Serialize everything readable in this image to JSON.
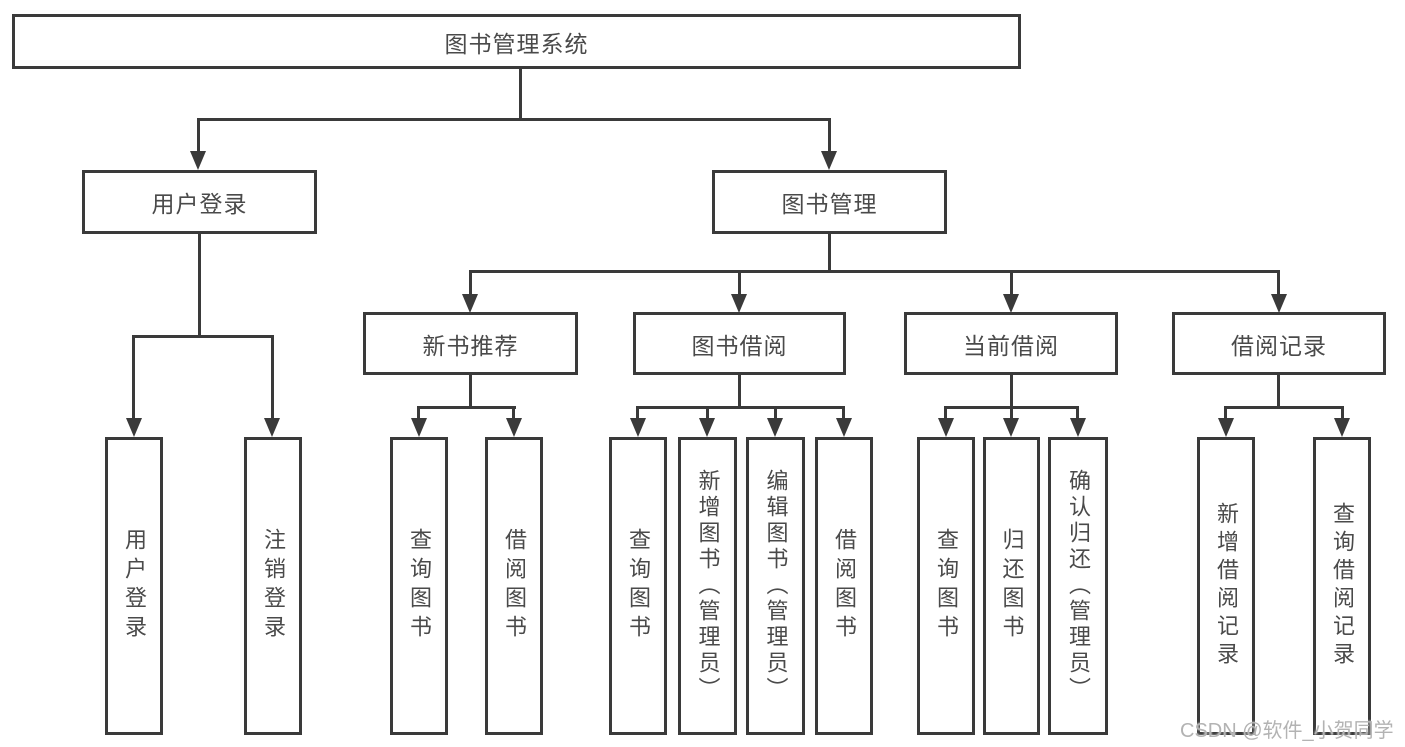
{
  "diagram_title": "图书管理系统",
  "nodes": {
    "root": "图书管理系统",
    "user_login": "用户登录",
    "book_management": "图书管理",
    "new_book_recommend": "新书推荐",
    "book_borrow": "图书借阅",
    "current_borrow": "当前借阅",
    "borrow_records": "借阅记录"
  },
  "leaves": {
    "user_login_leaf": "用户登录",
    "logout": "注销登录",
    "query_books_1": "查询图书",
    "borrow_books_1": "借阅图书",
    "query_books_2": "查询图书",
    "add_book_admin": "新增图书（管理员）",
    "edit_book_admin": "编辑图书（管理员）",
    "borrow_books_2": "借阅图书",
    "query_books_3": "查询图书",
    "return_book": "归还图书",
    "confirm_return_admin": "确认归还（管理员）",
    "add_borrow_record": "新增借阅记录",
    "query_borrow_record": "查询借阅记录"
  },
  "watermark": "CSDN @软件_小贺同学",
  "colors": {
    "line": "#3a3a3a",
    "text": "#4a4a4a",
    "watermark": "#b3b3b3",
    "background": "#ffffff"
  }
}
